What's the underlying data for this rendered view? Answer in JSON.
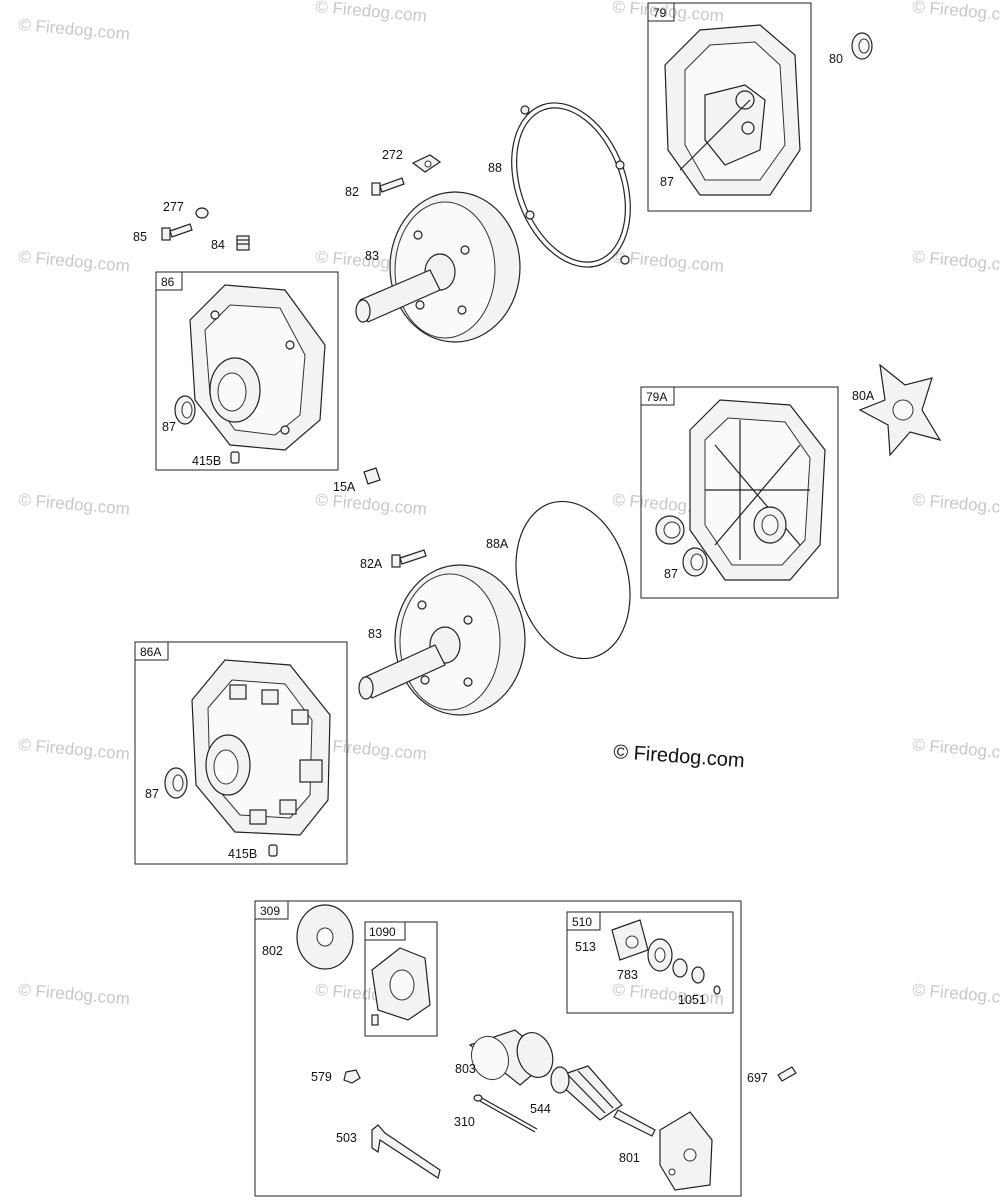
{
  "watermark_text": "© Firedog.com",
  "copyright": "© Firedog.com",
  "boxes": {
    "b79": "79",
    "b86": "86",
    "b79a": "79A",
    "b86a": "86A",
    "b309": "309",
    "b1090": "1090",
    "b510": "510"
  },
  "labels": {
    "p80": "80",
    "p87_top": "87",
    "p272": "272",
    "p88": "88",
    "p82": "82",
    "p277": "277",
    "p85": "85",
    "p84": "84",
    "p83_top": "83",
    "p87_86": "87",
    "p415b_86": "415B",
    "p15a": "15A",
    "p80a": "80A",
    "p88a": "88A",
    "p82a": "82A",
    "p87_79a": "87",
    "p83_bottom": "83",
    "p87_86a": "87",
    "p415b_86a": "415B",
    "p802": "802",
    "p513": "513",
    "p783": "783",
    "p1051": "1051",
    "p579": "579",
    "p803": "803",
    "p697": "697",
    "p544": "544",
    "p310": "310",
    "p503": "503",
    "p801": "801"
  }
}
